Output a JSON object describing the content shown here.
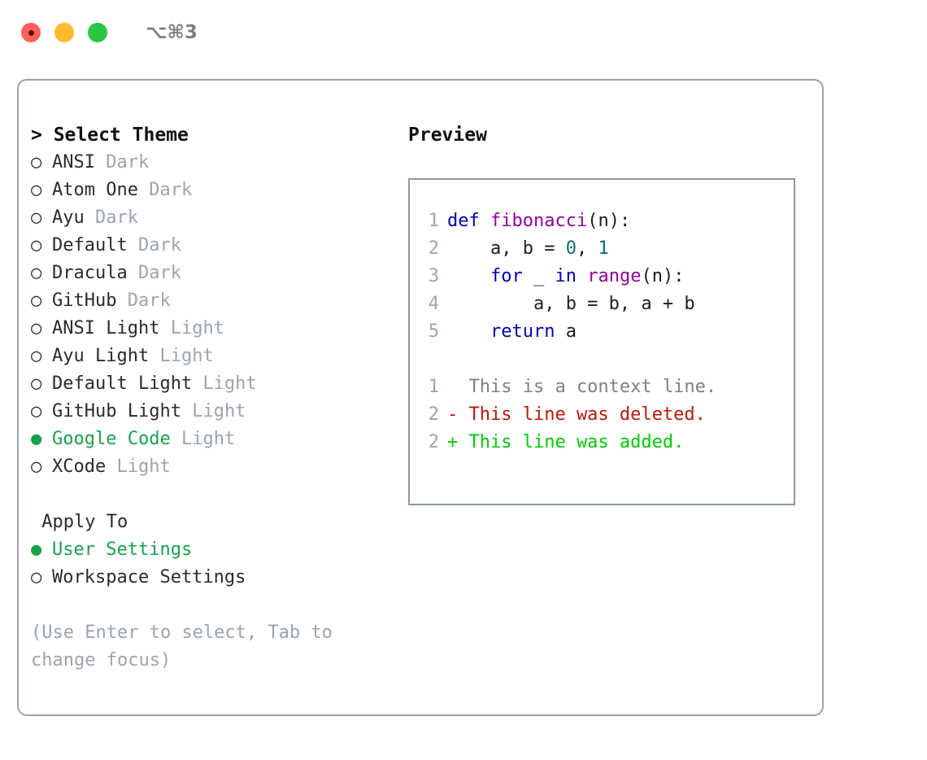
{
  "titlebar": {
    "buttons": [
      {
        "name": "close",
        "color": "#FF5F57"
      },
      {
        "name": "minimize",
        "color": "#FEBC2E"
      },
      {
        "name": "zoom",
        "color": "#28C840"
      }
    ],
    "shortcut": "⌥⌘3"
  },
  "theme_picker": {
    "header": "> Select Theme",
    "cursor_symbol": ">",
    "radio_selected": "●",
    "radio_unselected": "○",
    "items": [
      {
        "label": "ANSI",
        "tag": "Dark",
        "selected": false
      },
      {
        "label": "Atom One",
        "tag": "Dark",
        "selected": false
      },
      {
        "label": "Ayu",
        "tag": "Dark",
        "selected": false
      },
      {
        "label": "Default",
        "tag": "Dark",
        "selected": false
      },
      {
        "label": "Dracula",
        "tag": "Dark",
        "selected": false
      },
      {
        "label": "GitHub",
        "tag": "Dark",
        "selected": false
      },
      {
        "label": "ANSI Light",
        "tag": "Light",
        "selected": false
      },
      {
        "label": "Ayu Light",
        "tag": "Light",
        "selected": false
      },
      {
        "label": "Default Light",
        "tag": "Light",
        "selected": false
      },
      {
        "label": "GitHub Light",
        "tag": "Light",
        "selected": false
      },
      {
        "label": "Google Code",
        "tag": "Light",
        "selected": true
      },
      {
        "label": "XCode",
        "tag": "Light",
        "selected": false
      }
    ]
  },
  "apply_to": {
    "header": "Apply To",
    "items": [
      {
        "label": "User Settings",
        "selected": true
      },
      {
        "label": "Workspace Settings",
        "selected": false
      }
    ]
  },
  "hint": "(Use Enter to select, Tab to change focus)",
  "preview": {
    "title": "Preview",
    "code_lines": [
      {
        "n": "1",
        "tokens": [
          {
            "t": "def",
            "c": "kw"
          },
          {
            "t": " ",
            "c": "pln"
          },
          {
            "t": "fibonacci",
            "c": "fn"
          },
          {
            "t": "(n):",
            "c": "pln"
          }
        ]
      },
      {
        "n": "2",
        "tokens": [
          {
            "t": "    a, b = ",
            "c": "pln"
          },
          {
            "t": "0",
            "c": "num"
          },
          {
            "t": ", ",
            "c": "pln"
          },
          {
            "t": "1",
            "c": "num"
          }
        ]
      },
      {
        "n": "3",
        "tokens": [
          {
            "t": "    ",
            "c": "pln"
          },
          {
            "t": "for",
            "c": "kw"
          },
          {
            "t": " _ ",
            "c": "pln"
          },
          {
            "t": "in",
            "c": "kw"
          },
          {
            "t": " ",
            "c": "pln"
          },
          {
            "t": "range",
            "c": "fn"
          },
          {
            "t": "(n):",
            "c": "pln"
          }
        ]
      },
      {
        "n": "4",
        "tokens": [
          {
            "t": "        a, b = b, a + b",
            "c": "pln"
          }
        ]
      },
      {
        "n": "5",
        "tokens": [
          {
            "t": "    ",
            "c": "pln"
          },
          {
            "t": "return",
            "c": "kw"
          },
          {
            "t": " a",
            "c": "pln"
          }
        ]
      }
    ],
    "diff_lines": [
      {
        "n": "1",
        "prefix": "  ",
        "text": "This is a context line.",
        "kind": "diff-ctx"
      },
      {
        "n": "2",
        "prefix": "- ",
        "text": "This line was deleted.",
        "kind": "diff-del"
      },
      {
        "n": "2",
        "prefix": "+ ",
        "text": "This line was added.",
        "kind": "diff-add"
      }
    ]
  },
  "colors": {
    "accent_green": "#16A34A",
    "muted": "#9AA5B1",
    "border": "#99A3B1",
    "preview_border": "#8B98A8",
    "keyword": "#0000BB",
    "function": "#99009E",
    "number": "#0B6E68",
    "diff_added": "#00CC00",
    "diff_deleted": "#C0160B"
  }
}
